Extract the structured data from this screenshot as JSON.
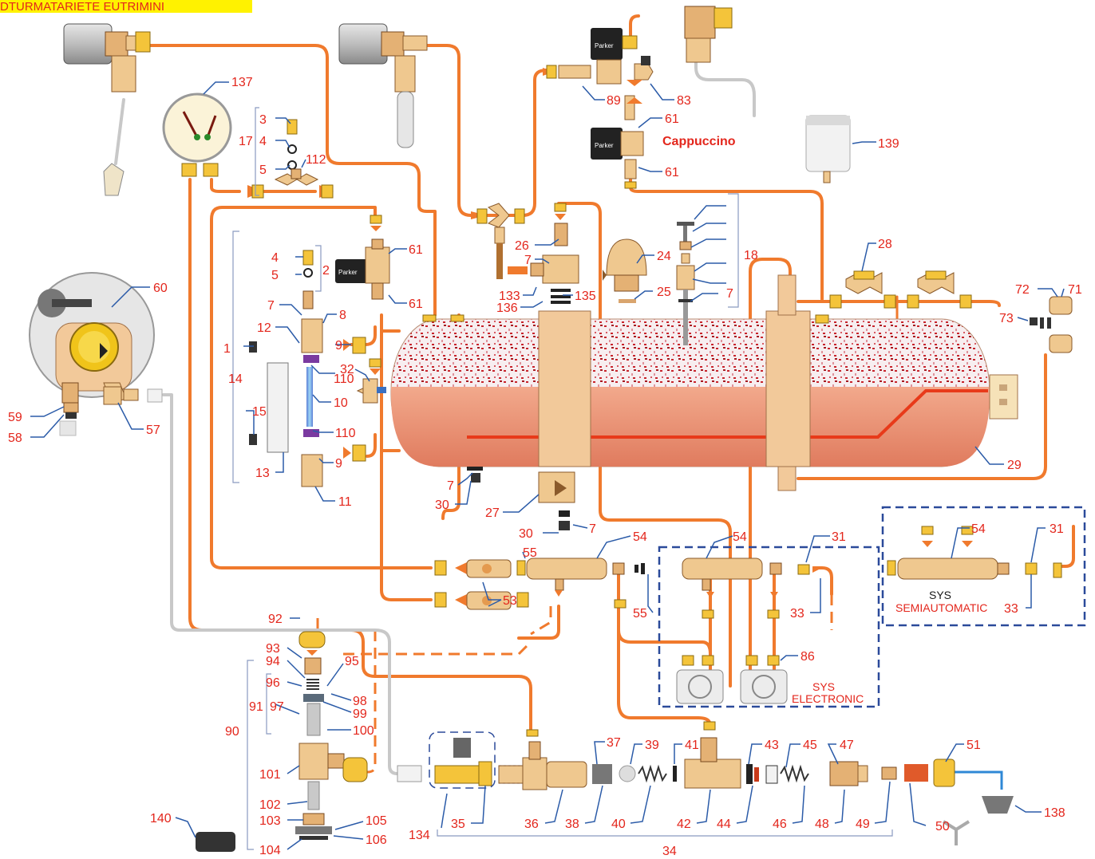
{
  "title_banner": "DTURMATARIETE EUTRIMINI",
  "highlight_color": "#fff200",
  "accent_color": "#e3261c",
  "pipe_color": "#f07a2d",
  "leader_color": "#2b5ba8",
  "cappuccino_label": "Cappuccino",
  "valve_brand_text": "Parker",
  "sys_semiautomatic": {
    "line1": "SYS",
    "line2": "SEMIAUTOMATIC"
  },
  "sys_electronic": {
    "line1": "SYS",
    "line2": "ELECTRONIC"
  },
  "labels": {
    "l137": "137",
    "l3": "3",
    "l17": "17",
    "l4a": "4",
    "l5a": "5",
    "l112": "112",
    "l89": "89",
    "l83": "83",
    "l61a": "61",
    "l61b": "61",
    "l139": "139",
    "l26": "26",
    "l7a": "7",
    "l133": "133",
    "l136": "136",
    "l135": "135",
    "l24": "24",
    "l25": "25",
    "l18": "18",
    "l7b": "7",
    "l28": "28",
    "l4b": "4",
    "l5b": "5",
    "l2": "2",
    "l61c": "61",
    "l61d": "61",
    "l60": "60",
    "l72": "72",
    "l71": "71",
    "l73": "73",
    "l7c": "7",
    "l12": "12",
    "l8": "8",
    "l1": "1",
    "l14": "14",
    "l9a": "9",
    "l110a": "110",
    "l32": "32",
    "l10": "10",
    "l15": "15",
    "l110b": "110",
    "l9b": "9",
    "l13": "13",
    "l11": "11",
    "l59": "59",
    "l58": "58",
    "l57": "57",
    "l7d": "7",
    "l30a": "30",
    "l27": "27",
    "l30b": "30",
    "l7e": "7",
    "l29": "29",
    "l54a": "54",
    "l55a": "55",
    "l53": "53",
    "l55b": "55",
    "l54b": "54",
    "l31a": "31",
    "l33a": "33",
    "l86": "86",
    "l54c": "54",
    "l31b": "31",
    "l33b": "33",
    "l92": "92",
    "l93": "93",
    "l94": "94",
    "l95": "95",
    "l96": "96",
    "l98": "98",
    "l91": "91",
    "l97": "97",
    "l99": "99",
    "l100": "100",
    "l90": "90",
    "l101": "101",
    "l102": "102",
    "l103": "103",
    "l105": "105",
    "l104": "104",
    "l106": "106",
    "l140": "140",
    "l37": "37",
    "l39": "39",
    "l41": "41",
    "l43": "43",
    "l45": "45",
    "l47": "47",
    "l51": "51",
    "l134": "134",
    "l35": "35",
    "l36": "36",
    "l38": "38",
    "l40": "40",
    "l42": "42",
    "l44": "44",
    "l46": "46",
    "l48": "48",
    "l49": "49",
    "l50": "50",
    "l138": "138",
    "l34": "34"
  }
}
